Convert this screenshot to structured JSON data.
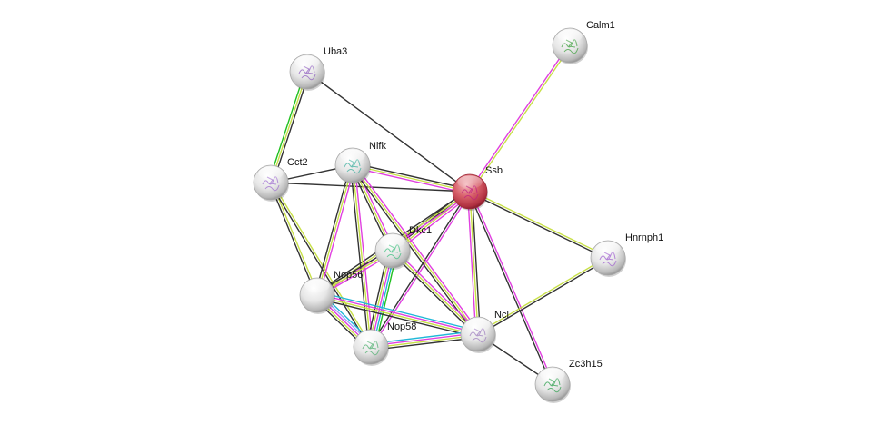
{
  "network": {
    "title": "Protein interaction network",
    "query_node": "Ssb",
    "evidence_colors": {
      "coexpression": "#333333",
      "textmining": "#c8e048",
      "experiments": "#e040e0",
      "databases": "#20b8d8",
      "neighborhood": "#20c020",
      "homology": "#a0a0ff"
    },
    "nodes": [
      {
        "id": "Ssb",
        "label": "Ssb",
        "query": true,
        "color": "#d04050",
        "protein_color": "#c02080"
      },
      {
        "id": "Calm1",
        "label": "Calm1",
        "query": false,
        "color": "#e8e8e8",
        "protein_color": "#40a040"
      },
      {
        "id": "Uba3",
        "label": "Uba3",
        "query": false,
        "color": "#e8e8e8",
        "protein_color": "#9060c0"
      },
      {
        "id": "Cct2",
        "label": "Cct2",
        "query": false,
        "color": "#e8e8e8",
        "protein_color": "#a070d0"
      },
      {
        "id": "Nifk",
        "label": "Nifk",
        "query": false,
        "color": "#e8e8e8",
        "protein_color": "#40b0a0"
      },
      {
        "id": "Dkc1",
        "label": "Dkc1",
        "query": false,
        "color": "#e8e8e8",
        "protein_color": "#40c080"
      },
      {
        "id": "Nop56",
        "label": "Nop56",
        "query": false,
        "color": "#e8e8e8",
        "protein_color": null
      },
      {
        "id": "Nop58",
        "label": "Nop58",
        "query": false,
        "color": "#e8e8e8",
        "protein_color": "#50b070"
      },
      {
        "id": "Ncl",
        "label": "Ncl",
        "query": false,
        "color": "#e8e8e8",
        "protein_color": "#a080c0"
      },
      {
        "id": "Hnrnph1",
        "label": "Hnrnph1",
        "query": false,
        "color": "#e8e8e8",
        "protein_color": "#a060d0"
      },
      {
        "id": "Zc3h15",
        "label": "Zc3h15",
        "query": false,
        "color": "#e8e8e8",
        "protein_color": "#30a050"
      }
    ],
    "edges": [
      {
        "source": "Ssb",
        "target": "Calm1",
        "evidence": [
          "experiments",
          "textmining"
        ]
      },
      {
        "source": "Ssb",
        "target": "Uba3",
        "evidence": [
          "coexpression"
        ]
      },
      {
        "source": "Ssb",
        "target": "Nifk",
        "evidence": [
          "experiments",
          "textmining",
          "coexpression"
        ]
      },
      {
        "source": "Ssb",
        "target": "Cct2",
        "evidence": [
          "coexpression"
        ]
      },
      {
        "source": "Ssb",
        "target": "Dkc1",
        "evidence": [
          "experiments",
          "textmining",
          "coexpression",
          "coexpression"
        ]
      },
      {
        "source": "Ssb",
        "target": "Nop56",
        "evidence": [
          "experiments",
          "textmining",
          "coexpression"
        ]
      },
      {
        "source": "Ssb",
        "target": "Nop58",
        "evidence": [
          "experiments",
          "coexpression"
        ]
      },
      {
        "source": "Ssb",
        "target": "Ncl",
        "evidence": [
          "coexpression",
          "textmining",
          "experiments"
        ]
      },
      {
        "source": "Ssb",
        "target": "Hnrnph1",
        "evidence": [
          "textmining",
          "coexpression"
        ]
      },
      {
        "source": "Ssb",
        "target": "Zc3h15",
        "evidence": [
          "experiments",
          "coexpression"
        ]
      },
      {
        "source": "Uba3",
        "target": "Cct2",
        "evidence": [
          "coexpression",
          "textmining",
          "neighborhood"
        ]
      },
      {
        "source": "Cct2",
        "target": "Nifk",
        "evidence": [
          "coexpression"
        ]
      },
      {
        "source": "Cct2",
        "target": "Nop56",
        "evidence": [
          "textmining",
          "coexpression"
        ]
      },
      {
        "source": "Cct2",
        "target": "Nop58",
        "evidence": [
          "textmining",
          "coexpression"
        ]
      },
      {
        "source": "Nifk",
        "target": "Dkc1",
        "evidence": [
          "experiments",
          "textmining",
          "coexpression"
        ]
      },
      {
        "source": "Nifk",
        "target": "Nop56",
        "evidence": [
          "experiments",
          "textmining",
          "coexpression"
        ]
      },
      {
        "source": "Nifk",
        "target": "Nop58",
        "evidence": [
          "experiments",
          "textmining",
          "coexpression"
        ]
      },
      {
        "source": "Nifk",
        "target": "Ncl",
        "evidence": [
          "experiments",
          "textmining",
          "coexpression"
        ]
      },
      {
        "source": "Dkc1",
        "target": "Nop56",
        "evidence": [
          "experiments",
          "textmining",
          "coexpression"
        ]
      },
      {
        "source": "Dkc1",
        "target": "Nop58",
        "evidence": [
          "neighborhood",
          "databases",
          "experiments",
          "textmining",
          "coexpression"
        ]
      },
      {
        "source": "Dkc1",
        "target": "Ncl",
        "evidence": [
          "experiments",
          "textmining",
          "coexpression"
        ]
      },
      {
        "source": "Nop56",
        "target": "Nop58",
        "evidence": [
          "databases",
          "homology",
          "experiments",
          "textmining",
          "coexpression"
        ]
      },
      {
        "source": "Nop56",
        "target": "Ncl",
        "evidence": [
          "databases",
          "experiments",
          "textmining",
          "coexpression"
        ]
      },
      {
        "source": "Nop58",
        "target": "Ncl",
        "evidence": [
          "databases",
          "experiments",
          "textmining",
          "coexpression"
        ]
      },
      {
        "source": "Ncl",
        "target": "Hnrnph1",
        "evidence": [
          "textmining",
          "coexpression"
        ]
      },
      {
        "source": "Ncl",
        "target": "Zc3h15",
        "evidence": [
          "coexpression"
        ]
      }
    ]
  }
}
